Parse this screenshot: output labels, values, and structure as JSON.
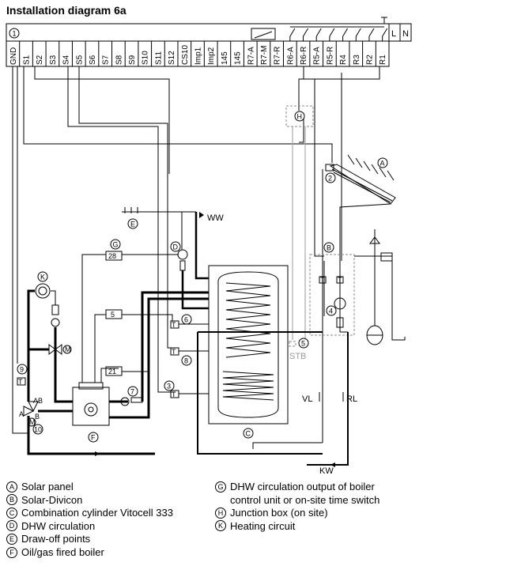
{
  "title": "Installation diagram 6a",
  "terminal_block": {
    "marker": "1",
    "terminals": [
      "GND",
      "S1",
      "S2",
      "S3",
      "S4",
      "S5",
      "S6",
      "S7",
      "S8",
      "S9",
      "S10",
      "S11",
      "S12",
      "CS10",
      "Imp1",
      "Imp2",
      "145",
      "145",
      "R7-A",
      "R7-M",
      "R7-R",
      "R6-A",
      "R6-R",
      "R5-A",
      "R5-R",
      "R4",
      "R3",
      "R2",
      "R1"
    ],
    "mains": [
      "L",
      "N"
    ]
  },
  "components": {
    "A": "A",
    "B": "B",
    "C": "C",
    "D": "D",
    "E": "E",
    "F": "F",
    "G": "G",
    "H": "H",
    "K": "K"
  },
  "numbers": {
    "n2": "2",
    "n3": "3",
    "n4": "4",
    "n5": "5",
    "n6": "6",
    "n7": "7",
    "n8": "8",
    "n9": "9",
    "n10": "10"
  },
  "boxes": {
    "b28": "28",
    "b5": "5",
    "b21": "21"
  },
  "labels": {
    "ww": "WW",
    "kw": "KW",
    "vl": "VL",
    "rl": "RL",
    "stb": "STB",
    "ab": "AB",
    "a": "A",
    "b": "B",
    "t": "T",
    "m": "M"
  },
  "legend": [
    {
      "key": "A",
      "text": "Solar panel"
    },
    {
      "key": "B",
      "text": "Solar-Divicon"
    },
    {
      "key": "C",
      "text": "Combination cylinder Vitocell 333"
    },
    {
      "key": "D",
      "text": "DHW circulation"
    },
    {
      "key": "E",
      "text": "Draw-off points"
    },
    {
      "key": "F",
      "text": "Oil/gas fired boiler"
    },
    {
      "key": "G",
      "text": "DHW circulation output of boiler"
    },
    {
      "key": "G2",
      "text": "control unit or on-site time switch"
    },
    {
      "key": "H",
      "text": "Junction box (on site)"
    },
    {
      "key": "K",
      "text": "Heating circuit"
    }
  ]
}
